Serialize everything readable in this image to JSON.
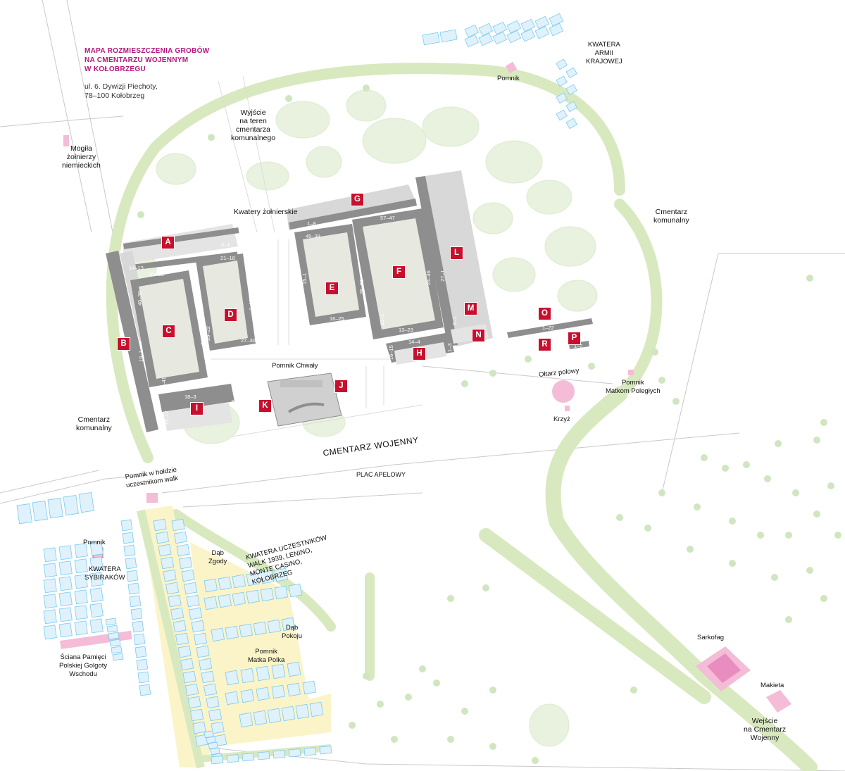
{
  "title": {
    "line1": "MAPA ROZMIESZCZENIA GROBÓW",
    "line2": "NA CMENTARZU WOJENNYM",
    "line3": "W KOŁOBRZEGU"
  },
  "address": {
    "line1": "ul. 6. Dywizji Piechoty,",
    "line2": "78–100 Kołobrzeg"
  },
  "labels": {
    "mogila_1": "Mogiła",
    "mogila_2": "żołnierzy",
    "mogila_3": "niemieckich",
    "wyjscie_1": "Wyjście",
    "wyjscie_2": "na teren",
    "wyjscie_3": "cmentarza",
    "wyjscie_4": "komunalnego",
    "pomnik_top": "Pomnik",
    "kwatera_ak_1": "KWATERA",
    "kwatera_ak_2": "ARMII",
    "kwatera_ak_3": "KRAJOWEJ",
    "kwatery_zolnierskie": "Kwatery żołnierskie",
    "cmentarz_kom_right_1": "Cmentarz",
    "cmentarz_kom_right_2": "komunalny",
    "cmentarz_kom_left_1": "Cmentarz",
    "cmentarz_kom_left_2": "komunalny",
    "pomnik_chwaly": "Pomnik Chwały",
    "oltarz": "Ołtarz polowy",
    "krzyz": "Krzyż",
    "pomnik_matkom_1": "Pomnik",
    "pomnik_matkom_2": "Matkom Poległych",
    "cmentarz_wojenny": "CMENTARZ WOJENNY",
    "plac_apelowy": "PLAC APELOWY",
    "pomnik_hold_1": "Pomnik w hołdzie",
    "pomnik_hold_2": "uczestnikom walk",
    "pomnik_sybir": "Pomnik",
    "kwatera_sybir_1": "KWATERA",
    "kwatera_sybir_2": "SYBIRAKÓW",
    "kwatera_walk_1": "KWATERA UCZESTNIKÓW",
    "kwatera_walk_2": "WALK 1939, LENINO,",
    "kwatera_walk_3": "MONTE CASINO,",
    "kwatera_walk_4": "KOŁOBRZEG",
    "dab_zgody_1": "Dąb",
    "dab_zgody_2": "Zgody",
    "dab_pokoju_1": "Dąb",
    "dab_pokoju_2": "Pokoju",
    "pomnik_matka_1": "Pomnik",
    "pomnik_matka_2": "Matka Polka",
    "sciana_1": "Ściana Pamięci",
    "sciana_2": "Polskiej Golgoty",
    "sciana_3": "Wschodu",
    "sarkofag": "Sarkofag",
    "makieta": "Makieta",
    "wejscie_1": "Wejście",
    "wejscie_2": "na Cmentarz",
    "wejscie_3": "Wojenny"
  },
  "quarters": [
    "A",
    "B",
    "C",
    "D",
    "E",
    "F",
    "G",
    "H",
    "I",
    "J",
    "K",
    "L",
    "M",
    "N",
    "O",
    "P",
    "R"
  ],
  "grave_ranges": {
    "a1": "14–13",
    "a2": "11–4",
    "a3": "3–1",
    "c1": "35–25",
    "c2": "46–56",
    "c3": "40–36",
    "c4": "1–24",
    "d1": "21–18",
    "d2": "26–22",
    "d3": "1–17",
    "d4": "27–30",
    "b1": "19–1",
    "i1": "45–41",
    "i2": "18–3",
    "i3": "19–17",
    "i4": "1–2",
    "g1": "1–8",
    "e1": "45–39",
    "e2": "16–25",
    "e3": "15–1",
    "e4": "26–38",
    "f1": "57–47",
    "f2": "12–1",
    "f3": "13–23",
    "f4": "24–46",
    "l1": "27–1",
    "m1": "2–1",
    "h1": "14–4",
    "h2": "16–15",
    "h3": "1–3",
    "n1": "2–1",
    "o1": "1–22",
    "p1": "1–2"
  },
  "colors": {
    "path_green": "#d9e9bf",
    "tree_green": "#c9e2b6",
    "block_gray": "#d7d8d7",
    "wall_gray": "#8e8e8e",
    "quarter_red": "#c8102e",
    "monument_pink": "#f4bcd6",
    "grave_blue": "#dff1fb",
    "grave_outline": "#7ccbee",
    "sand_yellow": "#fbf4c8",
    "title_magenta": "#b5177c"
  }
}
